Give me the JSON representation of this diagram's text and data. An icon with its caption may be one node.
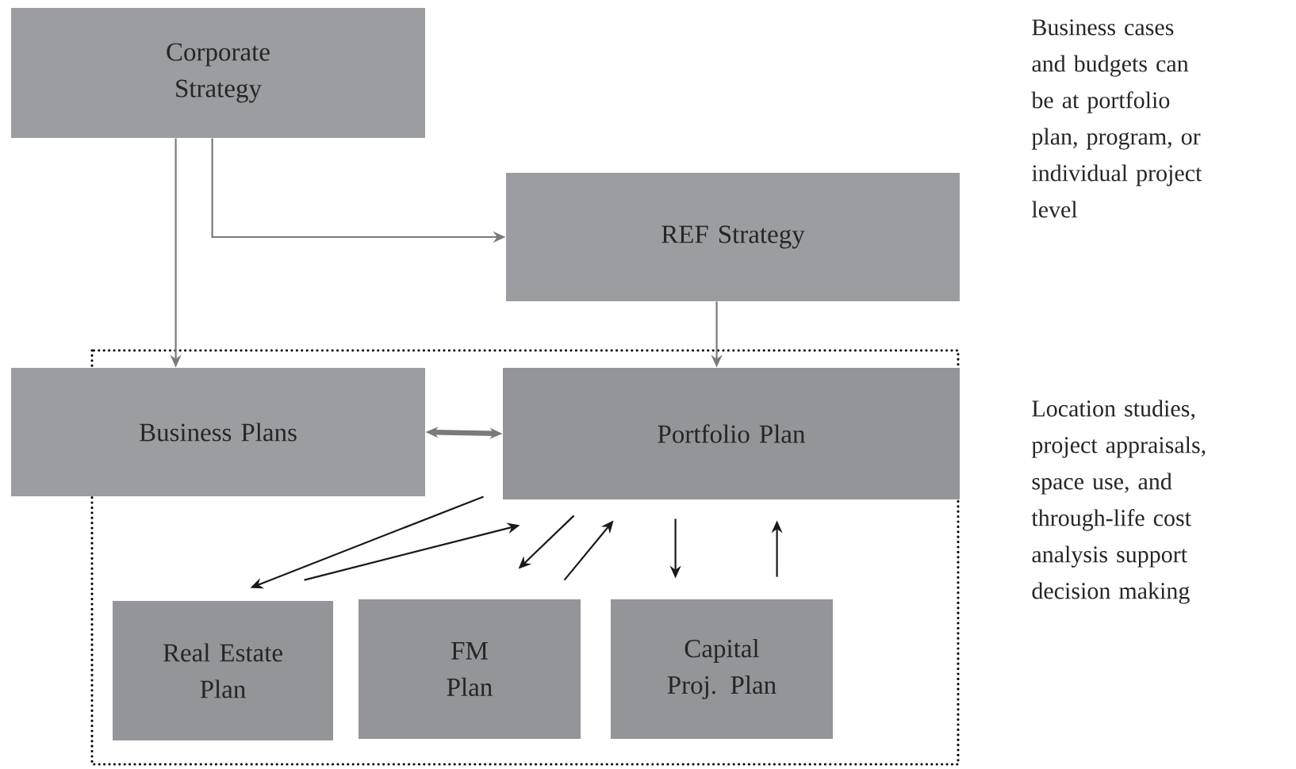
{
  "diagram": {
    "nodes": [
      {
        "text": [
          "Corporate Strategy"
        ]
      },
      {
        "text": [
          "REF Strategy"
        ]
      },
      {
        "text": [
          "Business Plans"
        ]
      },
      {
        "text": [
          "Portfolio Plan"
        ]
      },
      {
        "text": [
          "Real Estate Plan"
        ]
      },
      {
        "text": [
          "FM Plan"
        ]
      },
      {
        "text": [
          "Capital Proj. Plan"
        ]
      }
    ],
    "edges": [
      {
        "from": 0,
        "to": 2,
        "arrow": "to",
        "color": "#7a7a7d"
      },
      {
        "from": 0,
        "to": 1,
        "arrow": "to",
        "color": "#7a7a7d"
      },
      {
        "from": 1,
        "to": 3,
        "arrow": "to",
        "color": "#7a7a7d"
      },
      {
        "from": 2,
        "to": 3,
        "arrow": "both",
        "style": "thick",
        "color": "#7a7a7d"
      },
      {
        "from": 3,
        "to": 4,
        "arrow": "to"
      },
      {
        "from": 4,
        "to": 3,
        "arrow": "to"
      },
      {
        "from": 3,
        "to": 5,
        "arrow": "to"
      },
      {
        "from": 5,
        "to": 3,
        "arrow": "to"
      },
      {
        "from": 3,
        "to": 6,
        "arrow": "to"
      },
      {
        "from": 6,
        "to": 3,
        "arrow": "to"
      }
    ],
    "labels": [
      "Business cases and budgets can be at portfolio plan, program, or individual project level",
      "Location studies, project appraisals, space use, and through-life cost analysis support decision making"
    ]
  }
}
